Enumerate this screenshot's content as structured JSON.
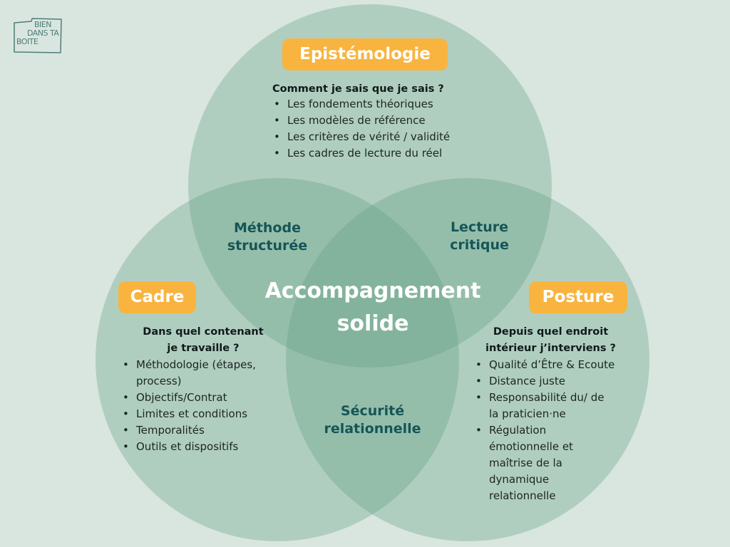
{
  "logo": {
    "line1": "BIEN",
    "line2": "DANS TA",
    "line3": "BOITE"
  },
  "colors": {
    "background": "#d9e6df",
    "circle": "#5e9e7e",
    "pill": "#f8b43f",
    "overlap_text": "#155557"
  },
  "center_label": {
    "line1": "Accompagnement",
    "line2": "solide"
  },
  "epistemologie": {
    "title": "Epistémologie",
    "question": "Comment je sais que je sais ?",
    "items": [
      "Les fondements théoriques",
      "Les modèles de référence",
      "Les critères de vérité / validité",
      "Les cadres de lecture du réel"
    ]
  },
  "cadre": {
    "title": "Cadre",
    "question_line1": "Dans quel contenant",
    "question_line2": "je travaille ?",
    "items": [
      "Méthodologie (étapes, process)",
      "Objectifs/Contrat",
      "Limites et conditions",
      "Temporalités",
      "Outils et dispositifs"
    ]
  },
  "posture": {
    "title": "Posture",
    "question_line1": "Depuis quel endroit",
    "question_line2": "intérieur j’interviens ?",
    "items": [
      "Qualité d’Être & Ecoute",
      "Distance juste",
      "Responsabilité du/ de la praticien·ne",
      "Régulation émotionnelle et maîtrise de la dynamique relationnelle"
    ]
  },
  "overlaps": {
    "methode": {
      "line1": "Méthode",
      "line2": "structurée"
    },
    "lecture": {
      "line1": "Lecture",
      "line2": "critique"
    },
    "securite": {
      "line1": "Sécurité",
      "line2": "relationnelle"
    }
  }
}
